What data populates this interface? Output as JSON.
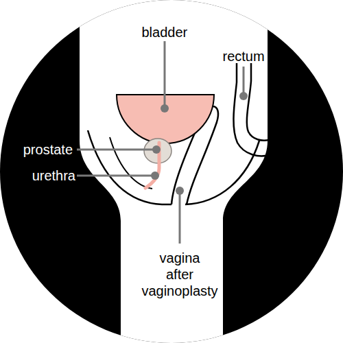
{
  "diagram": {
    "labels": [
      "bladder",
      "rectum",
      "prostate",
      "urethra",
      "vagina after vaginoplasty"
    ]
  }
}
